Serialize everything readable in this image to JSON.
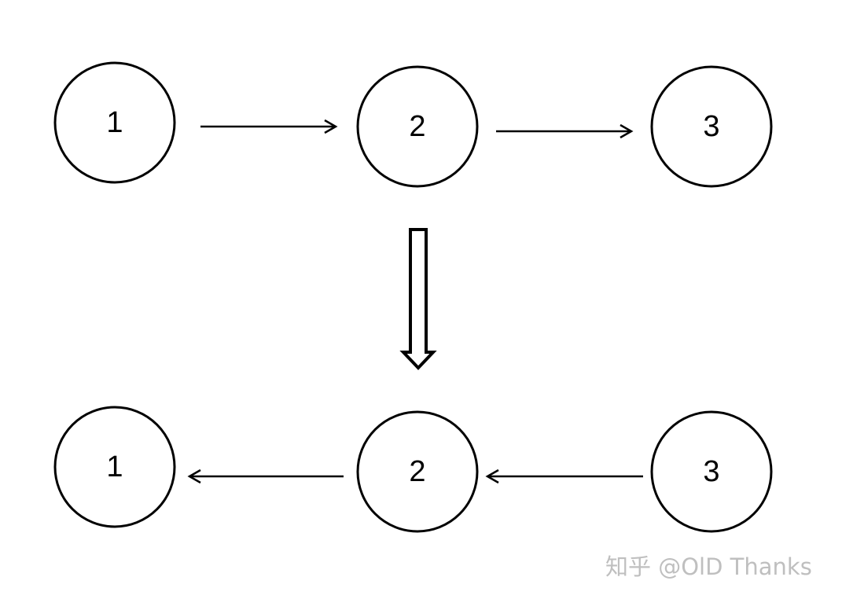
{
  "top_row": {
    "nodes": [
      "1",
      "2",
      "3"
    ]
  },
  "bottom_row": {
    "nodes": [
      "1",
      "2",
      "3"
    ]
  },
  "watermark": "知乎 @OlD Thanks",
  "colors": {
    "stroke": "#000000",
    "background": "#ffffff",
    "watermark": "#bfbfbf"
  }
}
